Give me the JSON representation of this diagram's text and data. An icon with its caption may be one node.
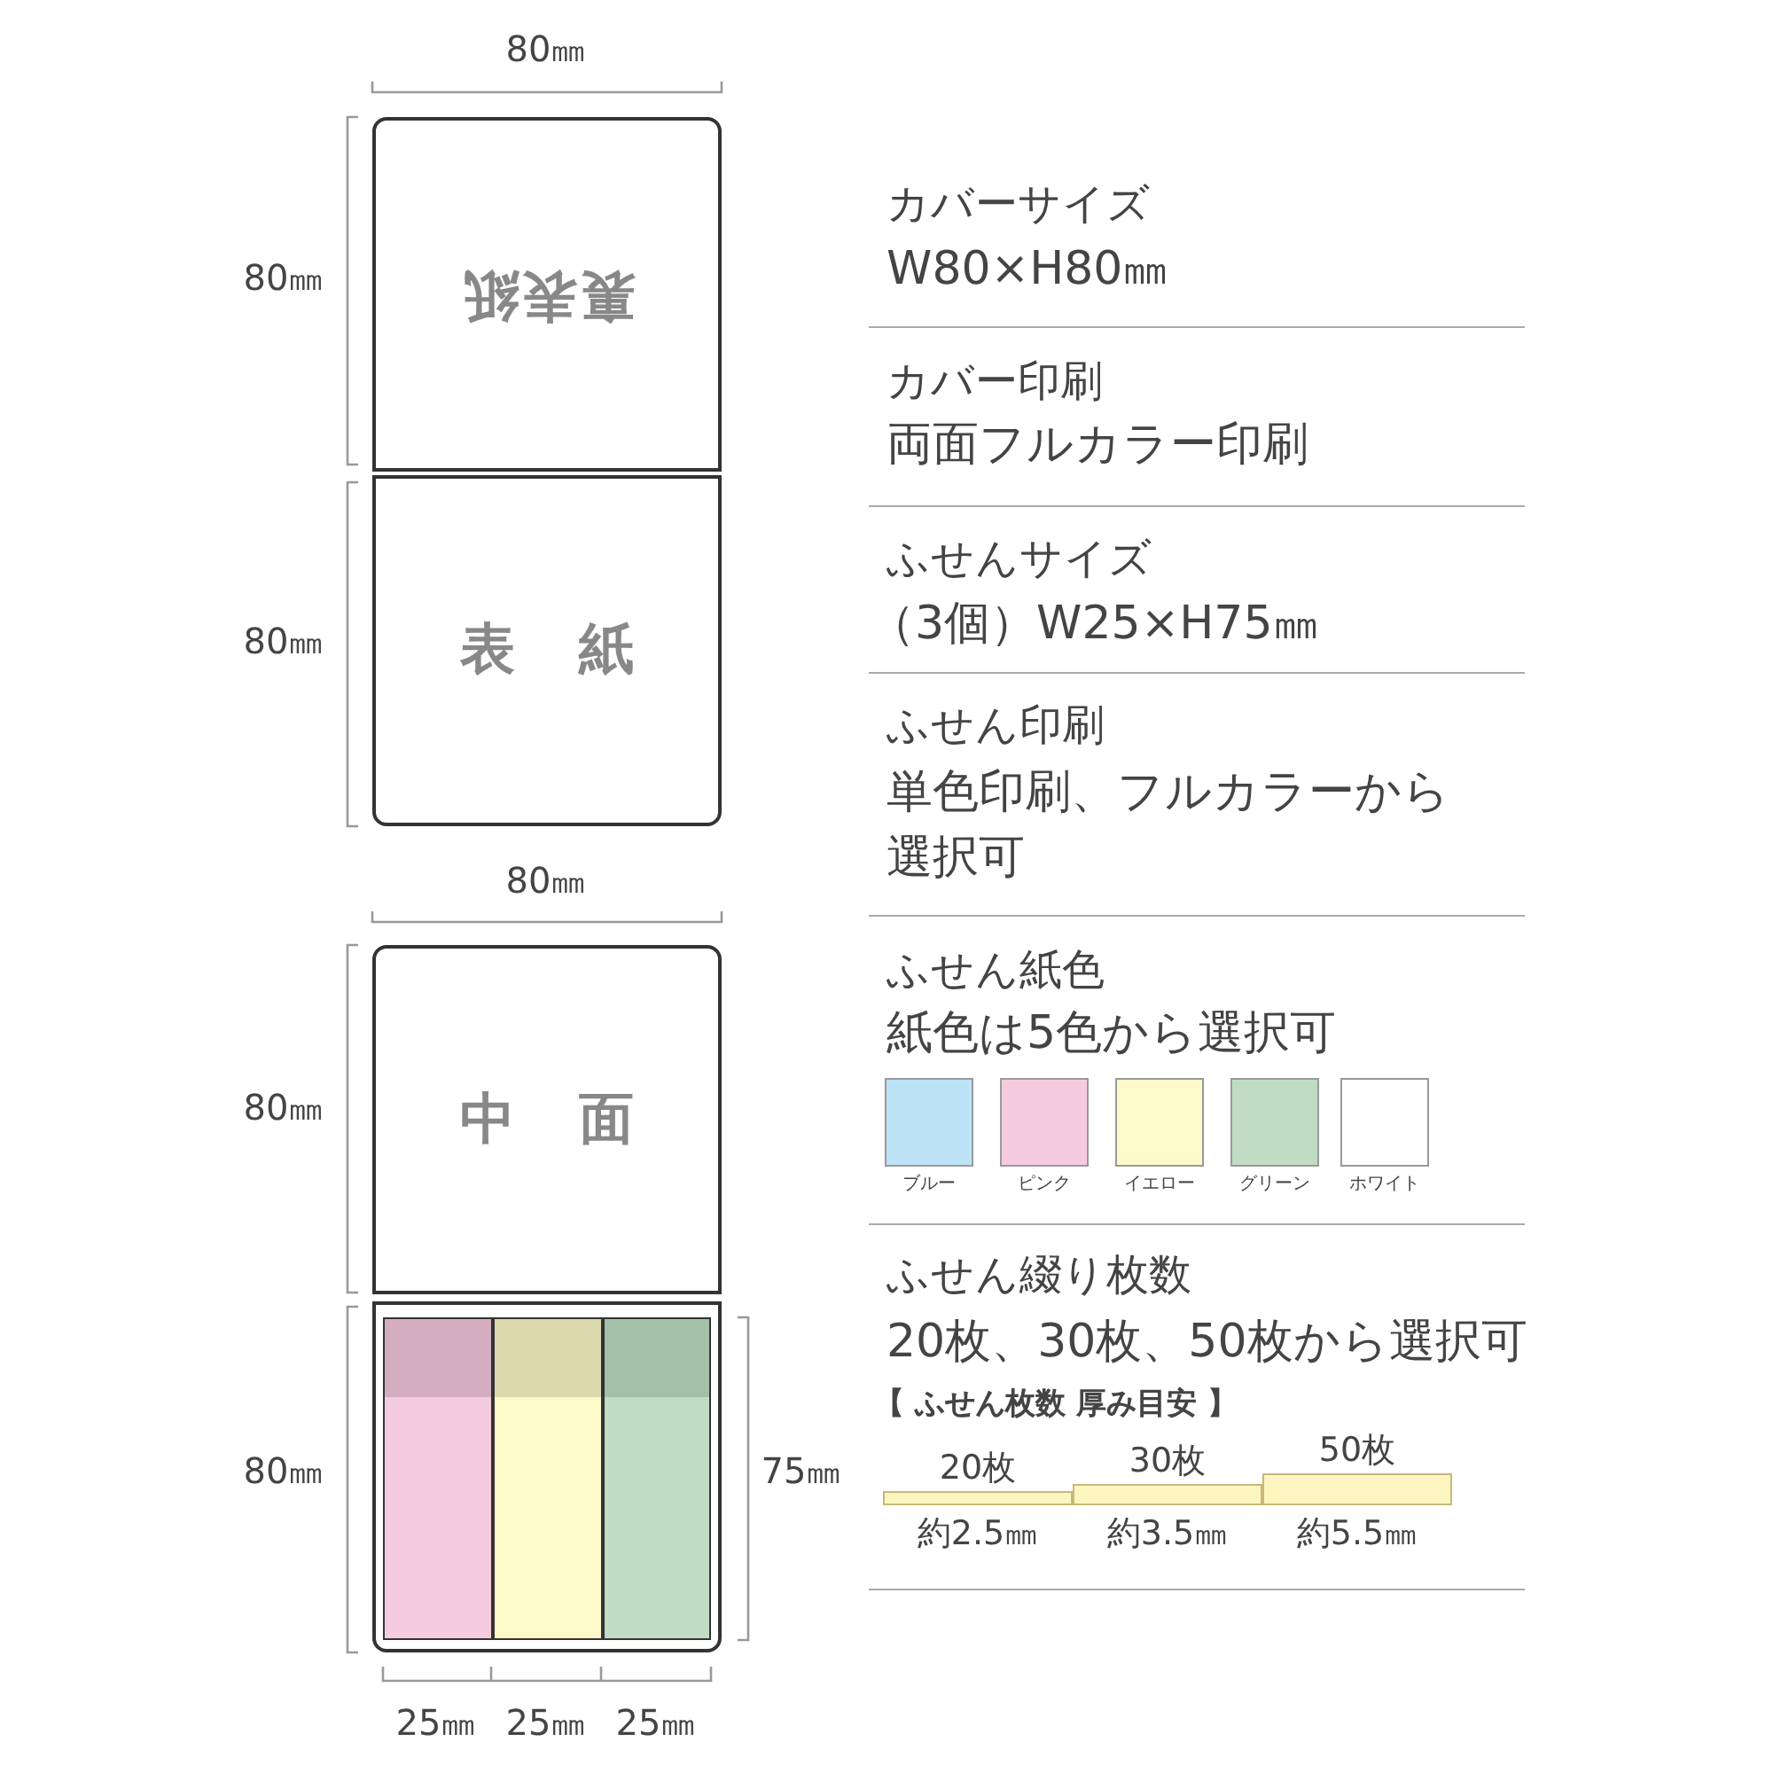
{
  "diagram": {
    "nodes": [
      {
        "text": [
          "裏表紙"
        ]
      },
      {
        "text": [
          "表紙"
        ]
      },
      {
        "text": [
          "中面"
        ]
      },
      {
        "text": [],
        "shape": "box"
      },
      {
        "text": [],
        "shape": "bar",
        "in": 3
      },
      {
        "text": [],
        "shape": "bar",
        "in": 3
      },
      {
        "text": [],
        "shape": "bar",
        "in": 3
      },
      {
        "text": [
          "20枚"
        ],
        "beside": [
          "約2.5㎜"
        ]
      },
      {
        "text": [
          "30枚"
        ],
        "beside": [
          "約3.5㎜"
        ]
      },
      {
        "text": [
          "50枚"
        ],
        "beside": [
          "約5.5㎜"
        ]
      }
    ],
    "edges": [],
    "labels": [
      "80㎜",
      "80㎜",
      "80㎜",
      "80㎜",
      "80㎜",
      "80㎜",
      "75㎜",
      "25㎜",
      "25㎜",
      "25㎜",
      "カバーサイズ",
      "W80×H80㎜",
      "カバー印刷",
      "両面フルカラー印刷",
      "ふせんサイズ",
      "（3個）W25×H75㎜",
      "ふせん印刷",
      "単色印刷、フルカラーから選択可",
      "ふせん紙色",
      "紙色は5色から選択可",
      "ふせん綴り枚数",
      "20枚、30枚、50枚から選択可",
      "【 ふせん枚数 厚み目安 】"
    ],
    "legend": [
      {
        "text": "ブルー",
        "color": "#bde3f7"
      },
      {
        "text": "ピンク",
        "color": "#f5cbdf"
      },
      {
        "text": "イエロー",
        "color": "#fdf9c8"
      },
      {
        "text": "グリーン",
        "color": "#c0ddc4"
      },
      {
        "text": "ホワイト",
        "color": "#ffffff"
      }
    ]
  }
}
